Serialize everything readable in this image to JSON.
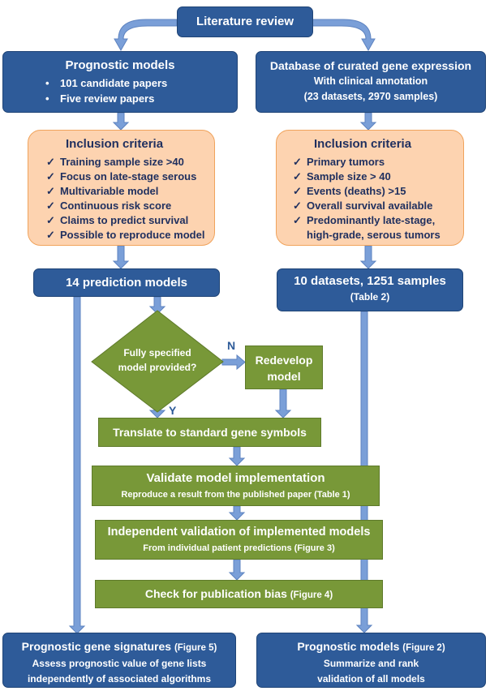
{
  "colors": {
    "blue": "#2e5b99",
    "green": "#789838",
    "peach": "#fdd3b0",
    "arrow": "#7a9fd8"
  },
  "top": "Literature review",
  "left": {
    "title": "Prognostic models",
    "items": [
      "101 candidate papers",
      "Five review papers"
    ],
    "criteria_title": "Inclusion criteria",
    "criteria": [
      "Training sample size >40",
      "Focus on late-stage serous",
      "Multivariable model",
      "Continuous risk score",
      "Claims to predict survival",
      "Possible to reproduce model"
    ],
    "result": "14 prediction models"
  },
  "right": {
    "title": "Database of curated gene expression",
    "line2": "With clinical annotation",
    "line3": "(23 datasets, 2970 samples)",
    "criteria_title": "Inclusion criteria",
    "criteria": [
      "Primary tumors",
      "Sample size > 40",
      "Events (deaths) >15",
      "Overall survival available",
      "Predominantly late-stage, high-grade, serous tumors"
    ],
    "result": "10 datasets, 1251 samples",
    "result_sub": "(Table 2)"
  },
  "decision": {
    "line1": "Fully specified",
    "line2": "model provided?",
    "no": "N",
    "yes": "Y"
  },
  "redevelop": {
    "line1": "Redevelop",
    "line2": "model"
  },
  "translate": "Translate to standard gene symbols",
  "validate": {
    "title": "Validate model implementation",
    "sub": "Reproduce a result from the published paper (Table 1)"
  },
  "independent": {
    "title": "Independent validation of implemented models",
    "sub": "From individual patient predictions (Figure 3)"
  },
  "bias": {
    "title": "Check for publication bias",
    "ref": "(Figure 4)"
  },
  "signatures": {
    "title": "Prognostic gene signatures",
    "ref": "(Figure 5)",
    "line2": "Assess prognostic value of gene lists",
    "line3": "independently of associated algorithms"
  },
  "models_out": {
    "title": "Prognostic models",
    "ref": "(Figure 2)",
    "line2": "Summarize and rank",
    "line3": "validation of all models"
  },
  "icons": {
    "check": "check-icon",
    "bullet": "bullet-icon",
    "arrow": "arrow-icon"
  }
}
